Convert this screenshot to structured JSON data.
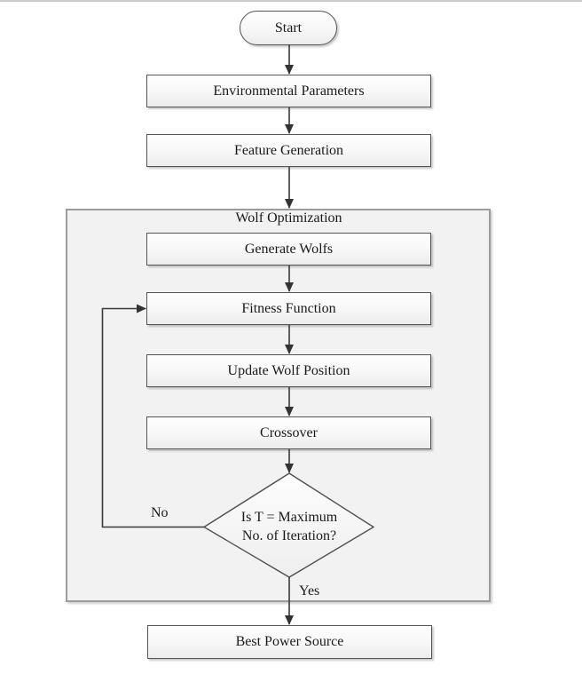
{
  "diagram": {
    "container_title": "Wolf Optimization",
    "nodes": {
      "start": "Start",
      "environmental_parameters": "Environmental Parameters",
      "feature_generation": "Feature Generation",
      "generate_wolfs": "Generate Wolfs",
      "fitness_function": "Fitness Function",
      "update_wolf_position": "Update Wolf Position",
      "crossover": "Crossover",
      "decision_line1": "Is T = Maximum",
      "decision_line2": "No. of Iteration?",
      "best_power_source": "Best Power Source"
    },
    "edge_labels": {
      "no": "No",
      "yes": "Yes"
    },
    "colors": {
      "node_border": "#545454",
      "node_fill": "#f5f5f5",
      "container_fill": "#f2f2f2",
      "container_border": "#9c9c9c",
      "connector": "#3a3a3a",
      "text": "#1a1a1a",
      "top_rule": "#cccccc"
    }
  }
}
